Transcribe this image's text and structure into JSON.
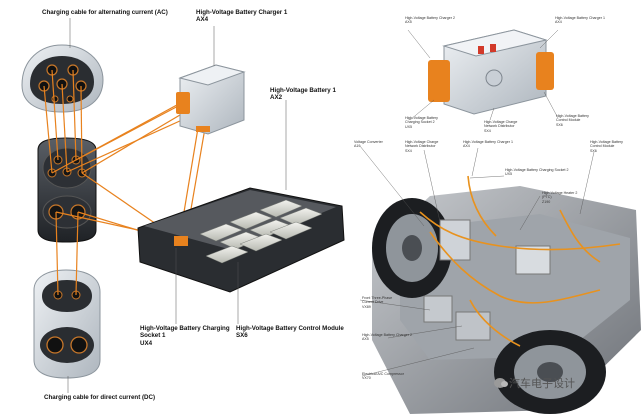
{
  "left_diagram": {
    "ac_cable_label": "Charging cable for alternating current (AC)",
    "dc_cable_label": "Charging cable for direct current (DC)",
    "charger": {
      "title": "High-Voltage Battery Charger 1",
      "code": "AX4"
    },
    "battery": {
      "title": "High-Voltage Battery 1",
      "code": "AX2"
    },
    "socket": {
      "title": "High-Voltage Battery Charging",
      "title2": "Socket 1",
      "code": "UX4"
    },
    "control_module": {
      "title": "High-Voltage Battery Control Module",
      "code": "SX6"
    }
  },
  "top_right": {
    "charger2": {
      "title": "High-Voltage Battery Charger 2",
      "code": "AX5"
    },
    "charger1": {
      "title": "High-Voltage Battery Charger 1",
      "code": "AX4"
    },
    "socket2": {
      "title": "High-Voltage Battery",
      "title2": "Charging Socket 2",
      "code": "UX5"
    },
    "distributor": {
      "title": "High-Voltage Charge",
      "title2": "Network Distributor",
      "code": "SX4"
    },
    "control": {
      "title": "High-Voltage Battery",
      "title2": "Control Module",
      "code": "SX6"
    }
  },
  "bottom_right": {
    "converter": {
      "title": "Voltage Converter",
      "code": "A19"
    },
    "distributor": {
      "title": "High-Voltage Charge",
      "title2": "Network Distributor",
      "code": "SX4"
    },
    "charger1": {
      "title": "High-Voltage Battery Charger 1",
      "code": "AX4"
    },
    "socket2": {
      "title": "High-Voltage Battery Charging Socket 2",
      "code": "UX5"
    },
    "heater": {
      "title": "High-Voltage Heater 2",
      "title2": "(PTC)",
      "code": "Z190"
    },
    "control": {
      "title": "High-Voltage Battery",
      "title2": "Control Module",
      "code": "SX6"
    },
    "motor": {
      "title": "Front Three-Phase",
      "title2": "Current Drive",
      "code": "VX89"
    },
    "charger2": {
      "title": "High-Voltage Battery Charger 2",
      "code": "AX5"
    },
    "compressor": {
      "title": "Electrical A/C Compressor",
      "code": "VX70"
    }
  },
  "watermark": "汽车电子设计",
  "colors": {
    "orange": "#e8821e",
    "housing": "#d6dbe0",
    "dark": "#3b3f44"
  }
}
